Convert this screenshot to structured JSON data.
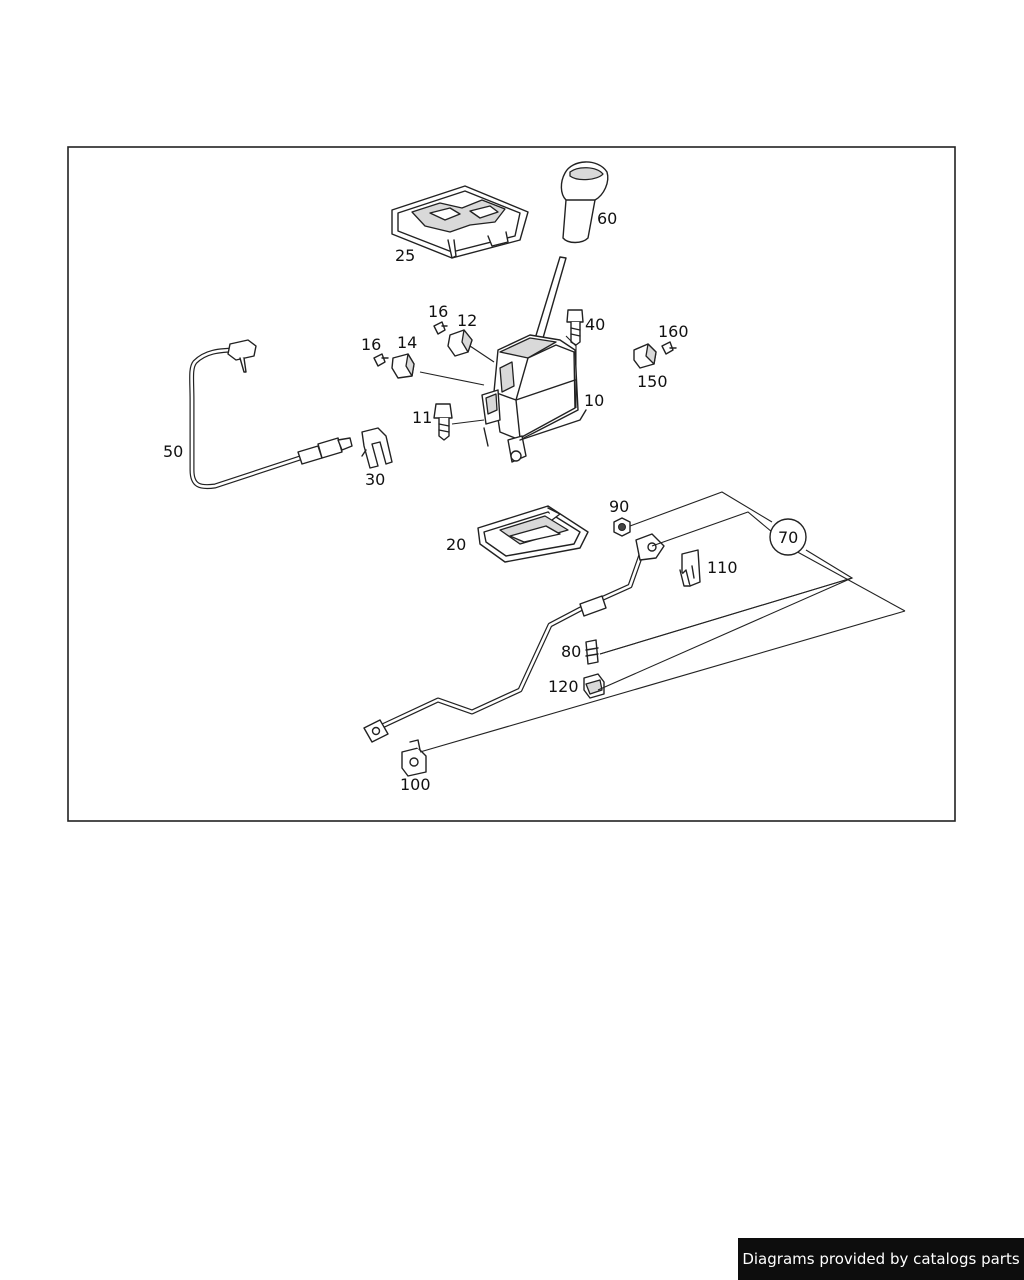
{
  "labels": {
    "p60": "60",
    "p25": "25",
    "p16a": "16",
    "p12": "12",
    "p40": "40",
    "p160": "160",
    "p16b": "16",
    "p14": "14",
    "p150": "150",
    "p10": "10",
    "p11": "11",
    "p50": "50",
    "p30": "30",
    "p90": "90",
    "p70": "70",
    "p20": "20",
    "p110": "110",
    "p80": "80",
    "p120": "120",
    "p100": "100"
  },
  "footer": {
    "text": "Diagrams provided by catalogs parts"
  }
}
